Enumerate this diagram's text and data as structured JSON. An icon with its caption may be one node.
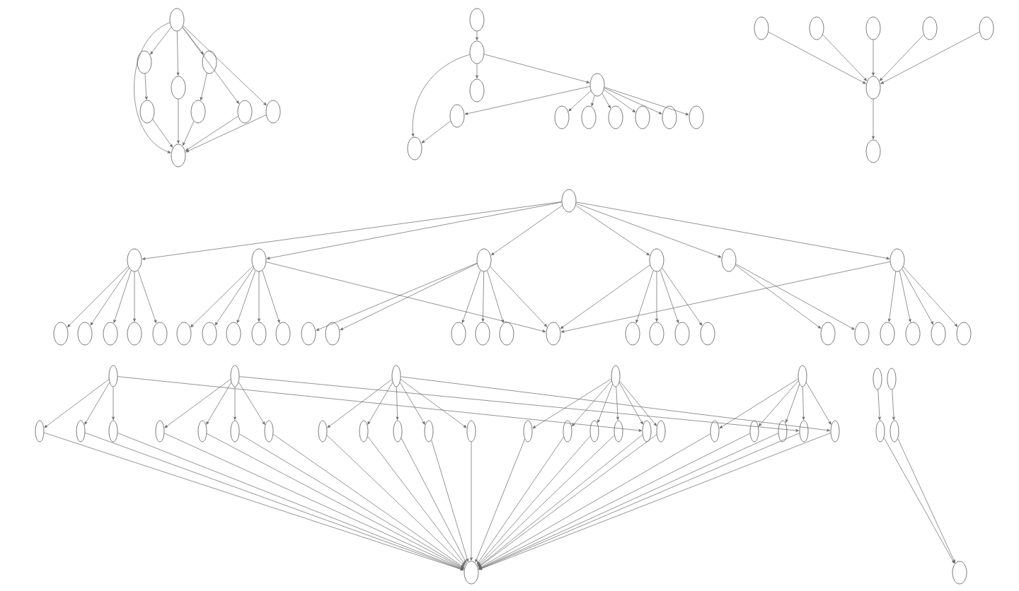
{
  "diagram": {
    "nodes": [
      {
        "text": [],
        "shape": "ellipse"
      },
      {
        "text": [],
        "shape": "ellipse"
      },
      {
        "text": [],
        "shape": "ellipse"
      },
      {
        "text": [],
        "shape": "ellipse"
      },
      {
        "text": [],
        "shape": "ellipse"
      },
      {
        "text": [],
        "shape": "ellipse"
      },
      {
        "text": [],
        "shape": "ellipse"
      },
      {
        "text": [],
        "shape": "ellipse"
      },
      {
        "text": [],
        "shape": "ellipse"
      },
      {
        "text": [],
        "shape": "ellipse"
      },
      {
        "text": [],
        "shape": "ellipse"
      },
      {
        "text": [],
        "shape": "ellipse"
      },
      {
        "text": [],
        "shape": "ellipse"
      },
      {
        "text": [],
        "shape": "ellipse"
      },
      {
        "text": [],
        "shape": "ellipse"
      },
      {
        "text": [],
        "shape": "ellipse"
      },
      {
        "text": [],
        "shape": "ellipse"
      },
      {
        "text": [],
        "shape": "ellipse"
      },
      {
        "text": [],
        "shape": "ellipse"
      },
      {
        "text": [],
        "shape": "ellipse"
      },
      {
        "text": [],
        "shape": "ellipse"
      },
      {
        "text": [],
        "shape": "ellipse"
      },
      {
        "text": [],
        "shape": "ellipse"
      },
      {
        "text": [],
        "shape": "ellipse"
      },
      {
        "text": [],
        "shape": "ellipse"
      },
      {
        "text": [],
        "shape": "ellipse"
      },
      {
        "text": [],
        "shape": "ellipse"
      },
      {
        "text": [],
        "shape": "ellipse"
      },
      {
        "text": [],
        "shape": "ellipse"
      },
      {
        "text": [],
        "shape": "ellipse"
      },
      {
        "text": [],
        "shape": "ellipse"
      },
      {
        "text": [],
        "shape": "ellipse"
      },
      {
        "text": [],
        "shape": "ellipse"
      },
      {
        "text": [],
        "shape": "ellipse"
      },
      {
        "text": [],
        "shape": "ellipse"
      },
      {
        "text": [],
        "shape": "ellipse"
      },
      {
        "text": [],
        "shape": "ellipse"
      },
      {
        "text": [],
        "shape": "ellipse"
      },
      {
        "text": [],
        "shape": "ellipse"
      },
      {
        "text": [],
        "shape": "ellipse"
      },
      {
        "text": [],
        "shape": "ellipse"
      },
      {
        "text": [],
        "shape": "ellipse"
      },
      {
        "text": [],
        "shape": "ellipse"
      },
      {
        "text": [],
        "shape": "ellipse"
      },
      {
        "text": [],
        "shape": "ellipse"
      },
      {
        "text": [],
        "shape": "ellipse"
      },
      {
        "text": [],
        "shape": "ellipse"
      },
      {
        "text": [],
        "shape": "ellipse"
      },
      {
        "text": [],
        "shape": "ellipse"
      },
      {
        "text": [],
        "shape": "ellipse"
      },
      {
        "text": [],
        "shape": "ellipse"
      },
      {
        "text": [],
        "shape": "ellipse"
      },
      {
        "text": [],
        "shape": "ellipse"
      },
      {
        "text": [],
        "shape": "ellipse"
      },
      {
        "text": [],
        "shape": "ellipse"
      },
      {
        "text": [],
        "shape": "ellipse"
      },
      {
        "text": [],
        "shape": "ellipse"
      },
      {
        "text": [],
        "shape": "ellipse"
      },
      {
        "text": [],
        "shape": "ellipse"
      },
      {
        "text": [],
        "shape": "ellipse"
      },
      {
        "text": [],
        "shape": "ellipse"
      },
      {
        "text": [],
        "shape": "ellipse"
      },
      {
        "text": [],
        "shape": "ellipse"
      },
      {
        "text": [],
        "shape": "ellipse"
      },
      {
        "text": [],
        "shape": "ellipse"
      },
      {
        "text": [],
        "shape": "ellipse"
      },
      {
        "text": [],
        "shape": "ellipse"
      },
      {
        "text": [],
        "shape": "ellipse"
      },
      {
        "text": [],
        "shape": "ellipse"
      },
      {
        "text": [],
        "shape": "ellipse"
      },
      {
        "text": [],
        "shape": "ellipse"
      },
      {
        "text": [],
        "shape": "ellipse"
      },
      {
        "text": [],
        "shape": "ellipse"
      },
      {
        "text": [],
        "shape": "ellipse"
      },
      {
        "text": [],
        "shape": "ellipse"
      },
      {
        "text": [],
        "shape": "ellipse"
      },
      {
        "text": [],
        "shape": "ellipse"
      },
      {
        "text": [],
        "shape": "ellipse"
      },
      {
        "text": [],
        "shape": "ellipse"
      },
      {
        "text": [],
        "shape": "ellipse"
      },
      {
        "text": [],
        "shape": "ellipse"
      },
      {
        "text": [],
        "shape": "ellipse"
      },
      {
        "text": [],
        "shape": "ellipse"
      },
      {
        "text": [],
        "shape": "ellipse"
      },
      {
        "text": [],
        "shape": "ellipse"
      },
      {
        "text": [],
        "shape": "ellipse"
      },
      {
        "text": [],
        "shape": "ellipse"
      },
      {
        "text": [],
        "shape": "ellipse"
      },
      {
        "text": [],
        "shape": "ellipse"
      },
      {
        "text": [],
        "shape": "ellipse"
      },
      {
        "text": [],
        "shape": "ellipse"
      },
      {
        "text": [],
        "shape": "ellipse"
      },
      {
        "text": [],
        "shape": "ellipse"
      },
      {
        "text": [],
        "shape": "ellipse"
      },
      {
        "text": [],
        "shape": "ellipse"
      }
    ],
    "edges": [
      {
        "from": 0,
        "to": 1,
        "arrow": "to"
      },
      {
        "from": 0,
        "to": 2,
        "arrow": "to"
      },
      {
        "from": 0,
        "to": 3,
        "arrow": "to"
      },
      {
        "from": 0,
        "to": 6,
        "arrow": "to"
      },
      {
        "from": 0,
        "to": 7,
        "arrow": "to"
      },
      {
        "from": 0,
        "to": 8,
        "arrow": "to"
      },
      {
        "from": 1,
        "to": 4,
        "arrow": "to"
      },
      {
        "from": 2,
        "to": 5,
        "arrow": "to"
      },
      {
        "from": 3,
        "to": 8,
        "arrow": "to"
      },
      {
        "from": 4,
        "to": 8,
        "arrow": "to"
      },
      {
        "from": 5,
        "to": 8,
        "arrow": "to"
      },
      {
        "from": 6,
        "to": 8,
        "arrow": "to"
      },
      {
        "from": 7,
        "to": 8,
        "arrow": "to"
      },
      {
        "from": 9,
        "to": 10,
        "arrow": "to"
      },
      {
        "from": 10,
        "to": 11,
        "arrow": "to"
      },
      {
        "from": 10,
        "to": 12,
        "arrow": "to"
      },
      {
        "from": 10,
        "to": 14,
        "arrow": "to"
      },
      {
        "from": 12,
        "to": 13,
        "arrow": "to"
      },
      {
        "from": 13,
        "to": 14,
        "arrow": "to"
      },
      {
        "from": 12,
        "to": 15,
        "arrow": "to"
      },
      {
        "from": 12,
        "to": 16,
        "arrow": "to"
      },
      {
        "from": 12,
        "to": 17,
        "arrow": "to"
      },
      {
        "from": 12,
        "to": 18,
        "arrow": "to"
      },
      {
        "from": 12,
        "to": 19,
        "arrow": "to"
      },
      {
        "from": 12,
        "to": 20,
        "arrow": "to"
      },
      {
        "from": 21,
        "to": 26,
        "arrow": "to"
      },
      {
        "from": 22,
        "to": 26,
        "arrow": "to"
      },
      {
        "from": 23,
        "to": 26,
        "arrow": "to"
      },
      {
        "from": 24,
        "to": 26,
        "arrow": "to"
      },
      {
        "from": 25,
        "to": 26,
        "arrow": "to"
      },
      {
        "from": 26,
        "to": 27,
        "arrow": "to"
      },
      {
        "from": 28,
        "to": 29,
        "arrow": "to"
      },
      {
        "from": 28,
        "to": 30,
        "arrow": "to"
      },
      {
        "from": 28,
        "to": 31,
        "arrow": "to"
      },
      {
        "from": 28,
        "to": 32,
        "arrow": "to"
      },
      {
        "from": 28,
        "to": 33,
        "arrow": "to"
      },
      {
        "from": 28,
        "to": 34,
        "arrow": "to"
      },
      {
        "from": 29,
        "to": 35,
        "arrow": "to"
      },
      {
        "from": 29,
        "to": 36,
        "arrow": "to"
      },
      {
        "from": 29,
        "to": 37,
        "arrow": "to"
      },
      {
        "from": 29,
        "to": 38,
        "arrow": "to"
      },
      {
        "from": 29,
        "to": 39,
        "arrow": "to"
      },
      {
        "from": 30,
        "to": 40,
        "arrow": "to"
      },
      {
        "from": 30,
        "to": 41,
        "arrow": "to"
      },
      {
        "from": 30,
        "to": 42,
        "arrow": "to"
      },
      {
        "from": 30,
        "to": 43,
        "arrow": "to"
      },
      {
        "from": 30,
        "to": 44,
        "arrow": "to"
      },
      {
        "from": 30,
        "to": 50,
        "arrow": "to"
      },
      {
        "from": 31,
        "to": 45,
        "arrow": "to"
      },
      {
        "from": 31,
        "to": 46,
        "arrow": "to"
      },
      {
        "from": 31,
        "to": 47,
        "arrow": "to"
      },
      {
        "from": 31,
        "to": 48,
        "arrow": "to"
      },
      {
        "from": 31,
        "to": 49,
        "arrow": "to"
      },
      {
        "from": 31,
        "to": 50,
        "arrow": "to"
      },
      {
        "from": 32,
        "to": 51,
        "arrow": "to"
      },
      {
        "from": 32,
        "to": 52,
        "arrow": "to"
      },
      {
        "from": 32,
        "to": 53,
        "arrow": "to"
      },
      {
        "from": 32,
        "to": 54,
        "arrow": "to"
      },
      {
        "from": 32,
        "to": 50,
        "arrow": "to"
      },
      {
        "from": 33,
        "to": 55,
        "arrow": "to"
      },
      {
        "from": 33,
        "to": 56,
        "arrow": "to"
      },
      {
        "from": 34,
        "to": 57,
        "arrow": "to"
      },
      {
        "from": 34,
        "to": 58,
        "arrow": "to"
      },
      {
        "from": 34,
        "to": 59,
        "arrow": "to"
      },
      {
        "from": 34,
        "to": 60,
        "arrow": "to"
      },
      {
        "from": 34,
        "to": 50,
        "arrow": "to"
      },
      {
        "from": 61,
        "to": 68,
        "arrow": "to"
      },
      {
        "from": 61,
        "to": 69,
        "arrow": "to"
      },
      {
        "from": 61,
        "to": 70,
        "arrow": "to"
      },
      {
        "from": 62,
        "to": 71,
        "arrow": "to"
      },
      {
        "from": 62,
        "to": 72,
        "arrow": "to"
      },
      {
        "from": 62,
        "to": 73,
        "arrow": "to"
      },
      {
        "from": 62,
        "to": 74,
        "arrow": "to"
      },
      {
        "from": 63,
        "to": 75,
        "arrow": "to"
      },
      {
        "from": 63,
        "to": 76,
        "arrow": "to"
      },
      {
        "from": 63,
        "to": 77,
        "arrow": "to"
      },
      {
        "from": 63,
        "to": 78,
        "arrow": "to"
      },
      {
        "from": 63,
        "to": 79,
        "arrow": "to"
      },
      {
        "from": 64,
        "to": 80,
        "arrow": "to"
      },
      {
        "from": 64,
        "to": 81,
        "arrow": "to"
      },
      {
        "from": 64,
        "to": 82,
        "arrow": "to"
      },
      {
        "from": 64,
        "to": 83,
        "arrow": "to"
      },
      {
        "from": 64,
        "to": 84,
        "arrow": "to"
      },
      {
        "from": 64,
        "to": 85,
        "arrow": "to"
      },
      {
        "from": 65,
        "to": 86,
        "arrow": "to"
      },
      {
        "from": 65,
        "to": 87,
        "arrow": "to"
      },
      {
        "from": 65,
        "to": 88,
        "arrow": "to"
      },
      {
        "from": 65,
        "to": 89,
        "arrow": "to"
      },
      {
        "from": 65,
        "to": 90,
        "arrow": "to"
      },
      {
        "from": 66,
        "to": 91,
        "arrow": "to"
      },
      {
        "from": 67,
        "to": 92,
        "arrow": "to"
      },
      {
        "from": 61,
        "to": 84,
        "arrow": "to"
      },
      {
        "from": 62,
        "to": 89,
        "arrow": "to"
      },
      {
        "from": 63,
        "to": 90,
        "arrow": "to"
      },
      {
        "from": 68,
        "to": 93,
        "arrow": "to"
      },
      {
        "from": 69,
        "to": 93,
        "arrow": "to"
      },
      {
        "from": 70,
        "to": 93,
        "arrow": "to"
      },
      {
        "from": 71,
        "to": 93,
        "arrow": "to"
      },
      {
        "from": 72,
        "to": 93,
        "arrow": "to"
      },
      {
        "from": 73,
        "to": 93,
        "arrow": "to"
      },
      {
        "from": 74,
        "to": 93,
        "arrow": "to"
      },
      {
        "from": 75,
        "to": 93,
        "arrow": "to"
      },
      {
        "from": 76,
        "to": 93,
        "arrow": "to"
      },
      {
        "from": 77,
        "to": 93,
        "arrow": "to"
      },
      {
        "from": 78,
        "to": 93,
        "arrow": "to"
      },
      {
        "from": 79,
        "to": 93,
        "arrow": "to"
      },
      {
        "from": 80,
        "to": 93,
        "arrow": "to"
      },
      {
        "from": 81,
        "to": 93,
        "arrow": "to"
      },
      {
        "from": 82,
        "to": 93,
        "arrow": "to"
      },
      {
        "from": 83,
        "to": 93,
        "arrow": "to"
      },
      {
        "from": 84,
        "to": 93,
        "arrow": "to"
      },
      {
        "from": 85,
        "to": 93,
        "arrow": "to"
      },
      {
        "from": 86,
        "to": 93,
        "arrow": "to"
      },
      {
        "from": 87,
        "to": 93,
        "arrow": "to"
      },
      {
        "from": 88,
        "to": 93,
        "arrow": "to"
      },
      {
        "from": 89,
        "to": 93,
        "arrow": "to"
      },
      {
        "from": 90,
        "to": 93,
        "arrow": "to"
      },
      {
        "from": 91,
        "to": 94,
        "arrow": "to"
      },
      {
        "from": 92,
        "to": 94,
        "arrow": "to"
      }
    ]
  }
}
